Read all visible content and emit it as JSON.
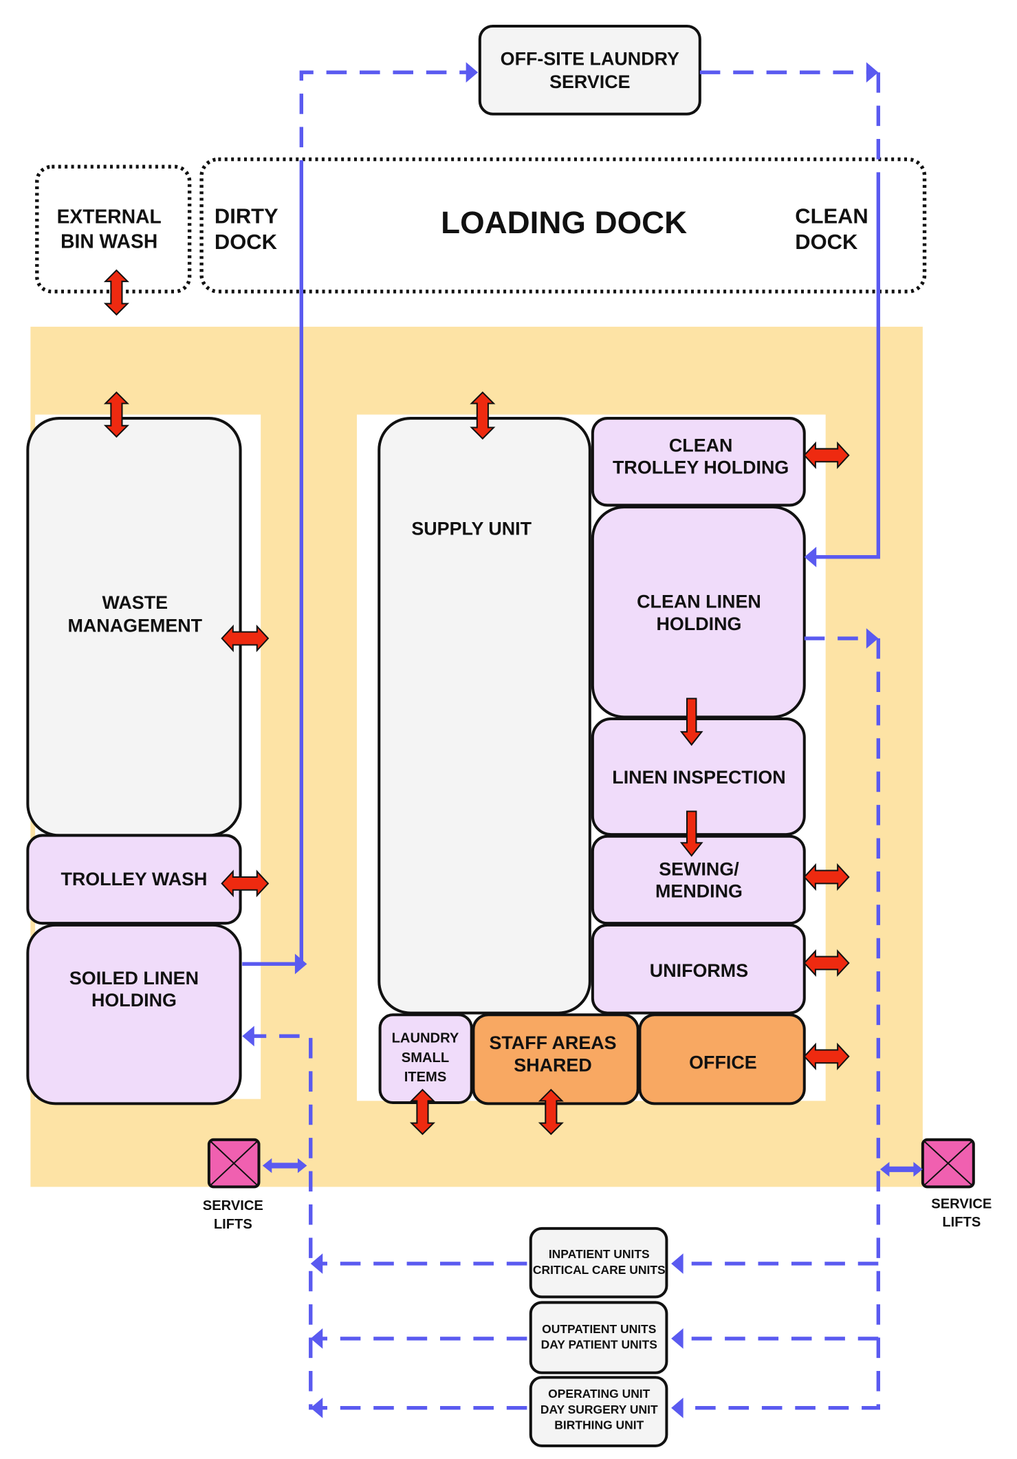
{
  "colors": {
    "corridor": "#fde3a5",
    "room_purple": "#f0dcfa",
    "room_grey": "#f4f4f4",
    "room_orange": "#f8a862",
    "flow_blue": "#5a5af0",
    "arrow_red": "#ee2a10",
    "lift_pink": "#f060b0"
  },
  "offsite": {
    "line1": "OFF-SITE LAUNDRY",
    "line2": "SERVICE"
  },
  "external_bin_wash": {
    "line1": "EXTERNAL",
    "line2": "BIN WASH"
  },
  "loading_dock": {
    "title": "LOADING DOCK",
    "dirty1": "DIRTY",
    "dirty2": "DOCK",
    "clean1": "CLEAN",
    "clean2": "DOCK"
  },
  "rooms": {
    "waste": {
      "line1": "WASTE",
      "line2": "MANAGEMENT"
    },
    "trolley_wash": {
      "line1": "TROLLEY WASH"
    },
    "soiled": {
      "line1": "SOILED LINEN",
      "line2": "HOLDING"
    },
    "supply": {
      "line1": "SUPPLY UNIT"
    },
    "clean_trolley": {
      "line1": "CLEAN",
      "line2": "TROLLEY HOLDING"
    },
    "clean_linen": {
      "line1": "CLEAN LINEN",
      "line2": "HOLDING"
    },
    "inspection": {
      "line1": "LINEN INSPECTION"
    },
    "sewing": {
      "line1": "SEWING/",
      "line2": "MENDING"
    },
    "uniforms": {
      "line1": "UNIFORMS"
    },
    "small_items": {
      "line1": "LAUNDRY",
      "line2": "SMALL",
      "line3": "ITEMS"
    },
    "staff": {
      "line1": "STAFF AREAS",
      "line2": "SHARED"
    },
    "office": {
      "line1": "OFFICE"
    }
  },
  "service_lifts": {
    "line1": "SERVICE",
    "line2": "LIFTS"
  },
  "destinations": [
    {
      "line1": "INPATIENT  UNITS",
      "line2": "CRITICAL CARE UNITS"
    },
    {
      "line1": "OUTPATIENT  UNITS",
      "line2": "DAY PATIENT UNITS"
    },
    {
      "line1": "OPERATING UNIT",
      "line2": "DAY SURGERY UNIT",
      "line3": "BIRTHING UNIT"
    }
  ]
}
